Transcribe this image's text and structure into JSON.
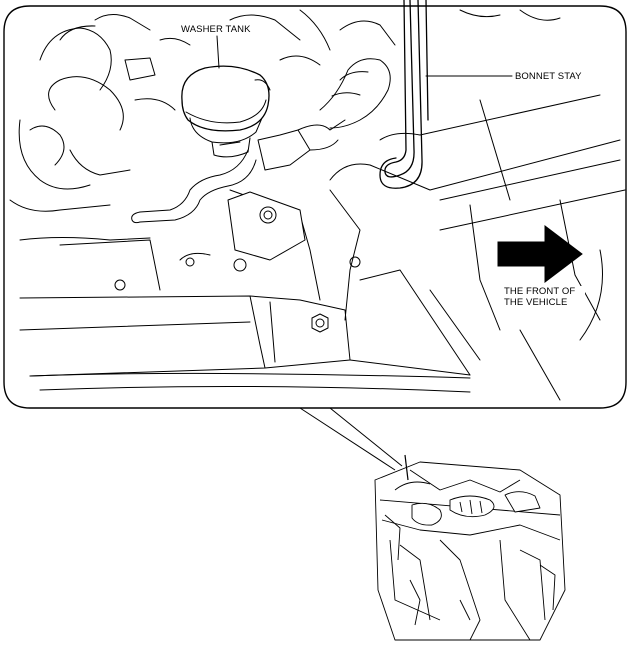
{
  "labels": {
    "washer_tank": "WASHER TANK",
    "bonnet_stay": "BONNET STAY",
    "front_line1": "THE FRONT OF",
    "front_line2": "THE VEHICLE"
  },
  "colors": {
    "line": "#000000",
    "background": "#ffffff",
    "arrow": "#000000"
  },
  "icons": {
    "direction": "right-arrow-icon",
    "overview": "engine-bay-overview"
  }
}
